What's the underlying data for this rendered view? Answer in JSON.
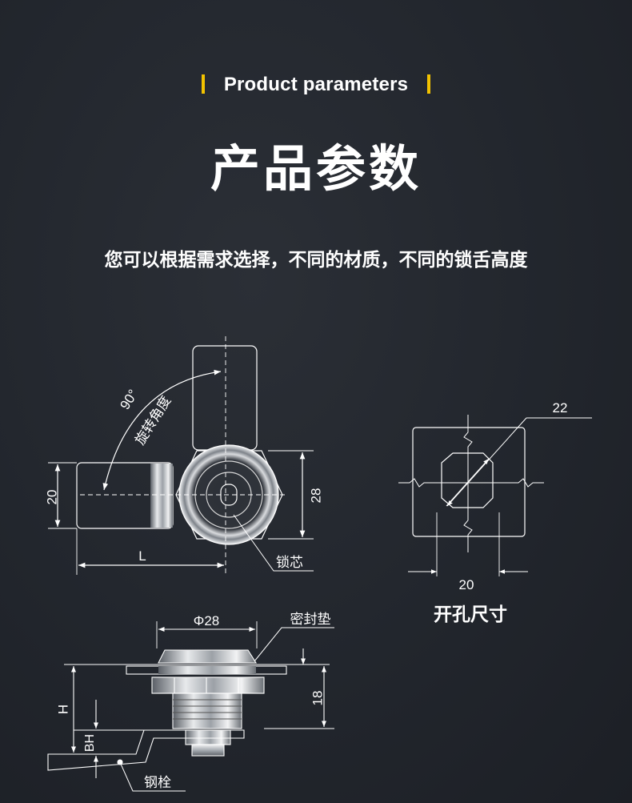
{
  "header": {
    "en_title": "Product parameters",
    "cn_title": "产品参数",
    "subtitle": "您可以根据需求选择，不同的材质，不同的锁舌高度",
    "accent_color": "#f2c200"
  },
  "top_view": {
    "angle": "90°",
    "rotation_label": "旋转角度",
    "dim_left": "20",
    "dim_right": "28",
    "dim_length": "L",
    "core_label": "锁芯"
  },
  "cutout": {
    "dim_diagonal": "22",
    "dim_width": "20",
    "caption": "开孔尺寸"
  },
  "side_view": {
    "dim_diameter": "Φ28",
    "gasket_label": "密封垫",
    "dim_18": "18",
    "dim_h": "H",
    "dim_bh": "BH",
    "bolt_label": "钢栓"
  }
}
